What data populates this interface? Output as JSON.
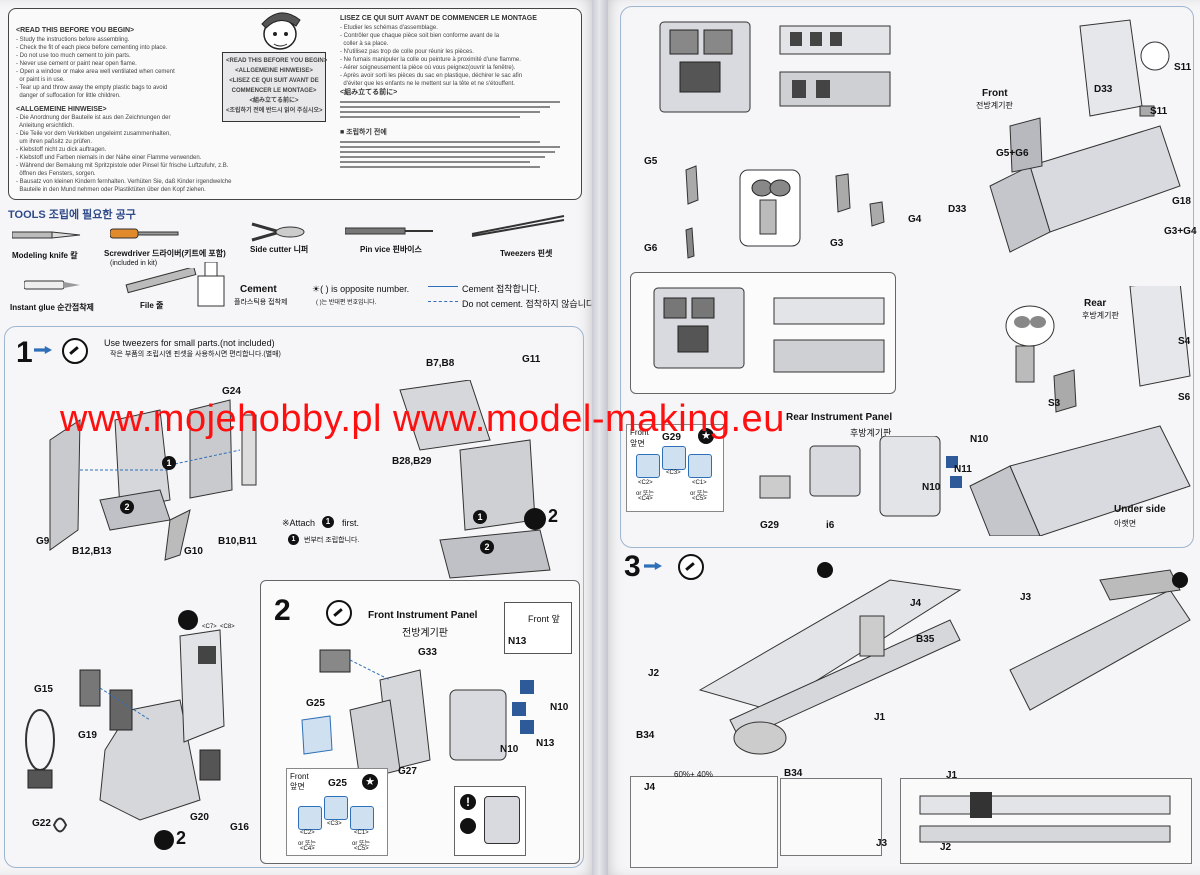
{
  "watermark": {
    "text": "www.mojehobby.pl www.model-making.eu"
  },
  "read_box": {
    "en_title": "<READ THIS BEFORE YOU BEGIN>",
    "en_lines": [
      "- Study the instructions before assembling.",
      "- Check the fit of each piece before cementing into place.",
      "- Do not use too much cement to join parts.",
      "- Never use cement or paint near open flame.",
      "- Open a window or make area well ventilated when cement",
      "  or paint is in use.",
      "- Tear up and throw away the empty plastic bags to avoid",
      "  danger of suffocation for little children."
    ],
    "de_title": "<ALLGEMEINE HINWEISE>",
    "de_lines": [
      "- Die Anordnung der Bauteile ist aus den Zeichnungen der",
      "  Anleitung ersichtlich.",
      "- Die Teile vor dem Verkleben ungeleimt zusammenhalten,",
      "  um ihren paßsitz zu prüfen.",
      "- Klebstoff nicht zu dick auftragen.",
      "- Klebstoff und Farben niemals in der Nähe einer Flamme verwenden.",
      "- Während der Bemalung mit Spritzpistole oder Pinsel für frische Luftzufuhr, z.B.",
      "  öffnen des Fensters, sorgen.",
      "- Bausatz von kleinen Kindern fernhalten. Verhüten Sie, daß Kinder irgendwelche",
      "  Bauteile in den Mund nehmen oder Plastiktüten über den Kopf ziehen."
    ],
    "sign_lines": [
      "<READ THIS BEFORE YOU BEGIN>",
      "<ALLGEMEINE HINWEISE>",
      "<LISEZ CE QUI SUIT AVANT DE",
      "COMMENCER LE MONTAGE>",
      "<組み立てる前に>",
      "<조립하기 전에 반드시 읽어 주십시오>"
    ],
    "fr_title": "LISEZ CE QUI SUIT AVANT DE COMMENCER LE MONTAGE",
    "fr_lines": [
      "- Etudier les schémas d'assemblage.",
      "- Contrôler que chaque pièce soit bien conforme avant de la",
      "  coller à sa place.",
      "- N'utilisez pas trop de colle pour réunir les pièces.",
      "- Ne fumais manipuler la colle ou peinture à proximité d'une flamme.",
      "- Aérer soigneusement la pièce où vous peignez(ouvrir la fenêtre).",
      "- Après avoir sorti les pièces du sac en plastique, déchirer le sac afin",
      "  d'éviter que les enfants ne le mettent sur la tête et ne s'étouffent."
    ],
    "jp_title": "<組み立てる前に>",
    "ko_title": "■ 조립하기 전에"
  },
  "tools": {
    "heading": "TOOLS 조립에 필요한 공구",
    "items": [
      {
        "label": "Modeling knife 칼"
      },
      {
        "label": "Screwdriver 드라이버(키트에 포함)"
      },
      {
        "label": "(included in kit)"
      },
      {
        "label": "Side cutter 니퍼"
      },
      {
        "label": "Pin vice 핀바이스"
      },
      {
        "label": "Tweezers 핀셋"
      },
      {
        "label": "Instant glue 순간접착제"
      },
      {
        "label": "File 줄"
      },
      {
        "label": "Cement"
      },
      {
        "label": "플라스틱용 접착제"
      }
    ],
    "opposite": "☀( ) is opposite number.",
    "opposite_ko": "( )는 반대편 번호입니다.",
    "cement": "Cement 접착합니다.",
    "no_cement": "Do not cement. 접착하지 않습니다."
  },
  "step1": {
    "note": "Use tweezers for small parts.(not included)",
    "note_ko": "작은 부품의 조립시엔 핀셋을 사용하시면 편리합니다.(별매)",
    "attach": "※Attach",
    "first": "first.",
    "first_ko": "번부터 조립합니다.",
    "parts": [
      "G24",
      "B7,B8",
      "G11",
      "B28,B29",
      "G9",
      "B12,B13",
      "G10",
      "B10,B11",
      "G15",
      "G19",
      "G20",
      "G16",
      "G22"
    ],
    "multiplier": "2"
  },
  "step2": {
    "title": "Front Instrument Panel",
    "title_ko": "전방계기판",
    "front": "Front 앞",
    "parts": [
      "G33",
      "G25",
      "G27",
      "N10",
      "N13",
      "N10",
      "N13"
    ],
    "front_ko": "Front 앞면",
    "g25": "G25",
    "choices": [
      "<C2>",
      "or 또는",
      "<C4>",
      "<C3>",
      "<C1>",
      "or 또는",
      "<C5>"
    ],
    "marks": [
      "<C7>",
      "<C8>"
    ]
  },
  "right_top": {
    "labels": [
      "G5",
      "G6",
      "G3",
      "G4",
      "S11",
      "D33",
      "S11",
      "Front",
      "전방계기판",
      "G5+G6",
      "D33",
      "G18",
      "G3+G4"
    ]
  },
  "right_mid": {
    "labels": [
      "Rear",
      "후방계기판",
      "S4",
      "S3",
      "S6",
      "Rear Instrument Panel",
      "후방계기판",
      "N10",
      "N11",
      "N10",
      "G29",
      "i6",
      "Under side",
      "아랫면",
      "Front",
      "앞면",
      "G29"
    ],
    "choices": [
      "<C2>",
      "or 또는",
      "<C4>",
      "<C3>",
      "<C1>",
      "or 또는",
      "<C5>"
    ]
  },
  "step3": {
    "labels": [
      "J4",
      "J3",
      "B35",
      "J2",
      "J1",
      "B34",
      "B34",
      "J4",
      "J3",
      "J1",
      "J2"
    ],
    "percent": "60%+  40%"
  }
}
